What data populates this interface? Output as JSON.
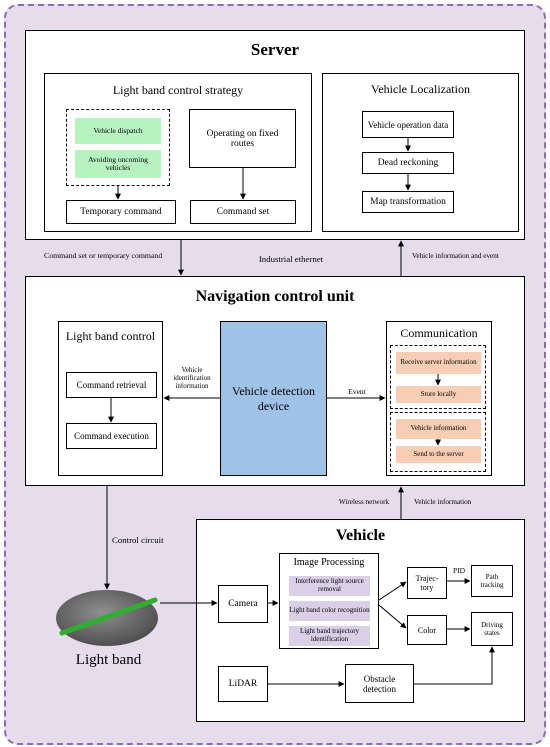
{
  "server": {
    "title": "Server",
    "strategy": {
      "title": "Light band control strategy",
      "vehicle_dispatch": "Vehicle dispatch",
      "avoiding": "Avoiding oncoming vehicles",
      "fixed_routes": "Operating on fixed routes",
      "temporary_command": "Temporary command",
      "command_set": "Command set"
    },
    "localization": {
      "title": "Vehicle Localization",
      "operation_data": "Vehicle operation data",
      "dead_reckoning": "Dead reckoning",
      "map_transformation": "Map transformation"
    }
  },
  "links": {
    "command_set_or_temp": "Command set or temporary command",
    "industrial_ethernet": "Industrial ethernet",
    "vehicle_info_event": "Vehicle information and event",
    "wireless_network": "Wireless network",
    "vehicle_information": "Vehicle information",
    "control_circuit": "Control circuit",
    "vehicle_identification_info": "Vehicle identification information",
    "event": "Event"
  },
  "ncu": {
    "title": "Navigation control unit",
    "light_band_control": {
      "title": "Light band control",
      "command_retrieval": "Command retrieval",
      "command_execution": "Command execution"
    },
    "detection_device": "Vehicle detection device",
    "communication": {
      "title": "Communication",
      "receive_server_info": "Receive server information",
      "store_locally": "Store locally",
      "vehicle_information": "Vehicle information",
      "send_to_server": "Send to the server"
    }
  },
  "light_band": {
    "label": "Light band"
  },
  "vehicle": {
    "title": "Vehicle",
    "camera": "Camera",
    "lidar": "LiDAR",
    "image_processing": {
      "title": "Image Processing",
      "interference": "Interference light source removal",
      "color_recognition": "Light band color recognition",
      "trajectory_identification": "Light band trajectory identification"
    },
    "trajectory": "Trajec-tory",
    "color": "Color",
    "pid": "PID",
    "path_tracking": "Path tracking",
    "driving_states": "Driving states",
    "obstacle_detection": "Obstacle detection"
  },
  "colors": {
    "frame_fill": "#e5dcec",
    "frame_border": "#8e6bb6",
    "green_fill": "#b7f3c0",
    "peach_fill": "#f7cdb3",
    "lavender_fill": "#d9cfe6",
    "detection_fill": "#9ec3e6",
    "band_green": "#2fae2f"
  }
}
